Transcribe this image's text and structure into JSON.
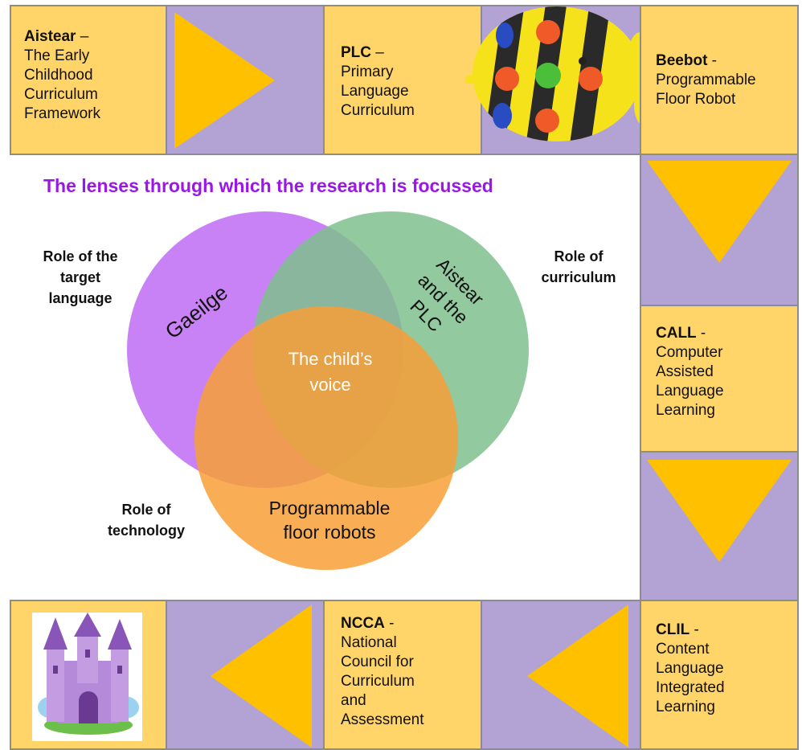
{
  "title": "The lenses through which the research is focussed",
  "cells": {
    "aistear": {
      "term": "Aistear",
      "sep": " –",
      "desc": [
        "The Early",
        "Childhood",
        "Curriculum",
        "Framework"
      ]
    },
    "plc": {
      "term": "PLC",
      "sep": " –",
      "desc": [
        "Primary",
        "Language",
        "Curriculum"
      ]
    },
    "beebot": {
      "term": "Beebot",
      "sep": " -",
      "desc": [
        "Programmable",
        "Floor Robot"
      ]
    },
    "call": {
      "term": "CALL",
      "sep": " -",
      "desc": [
        "Computer",
        "Assisted",
        "Language",
        "Learning"
      ]
    },
    "ncca": {
      "term": "NCCA",
      "sep": " -",
      "desc": [
        "National",
        "Council for",
        "Curriculum",
        "and",
        "Assessment"
      ]
    },
    "clil": {
      "term": "CLIL",
      "sep": " -",
      "desc": [
        "Content",
        "Language",
        "Integrated",
        "Learning"
      ]
    }
  },
  "venn": {
    "gaeilge": "Gaeilge",
    "aistear_plc": [
      "Aistear",
      "and the",
      "PLC"
    ],
    "robots": [
      "Programmable",
      "floor robots"
    ],
    "center": [
      "The child’s",
      "voice"
    ]
  },
  "roles": {
    "target_language": [
      "Role of the",
      "target",
      "language"
    ],
    "curriculum": [
      "Role of",
      "curriculum"
    ],
    "technology": [
      "Role of",
      "technology"
    ]
  },
  "colors": {
    "yellow_cell": "#ffd469",
    "purple_cell": "#b3a3d5",
    "arrow": "#ffc000",
    "title": "#9a17e8",
    "circle_purple": "#c06cf5",
    "circle_green": "#7fc08e",
    "circle_orange": "#f8a038"
  }
}
